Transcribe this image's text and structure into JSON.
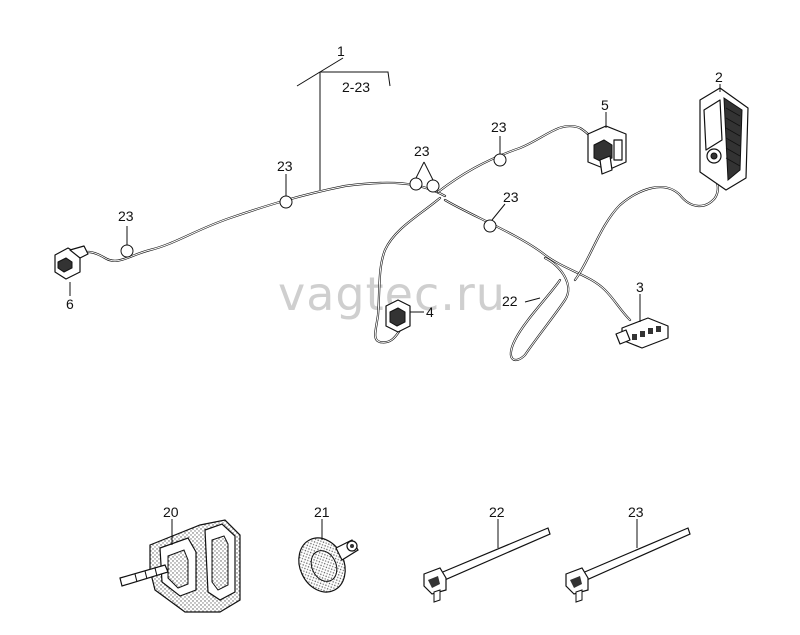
{
  "watermark": "vagtec.ru",
  "callouts": {
    "c1": "1",
    "c1_range": "2-23",
    "c2": "2",
    "c3": "3",
    "c4": "4",
    "c5": "5",
    "c6": "6",
    "c20": "20",
    "c21": "21",
    "c22a": "22",
    "c22b": "22",
    "c23a": "23",
    "c23b": "23",
    "c23c": "23",
    "c23d": "23",
    "c23e": "23",
    "c23f": "23"
  }
}
